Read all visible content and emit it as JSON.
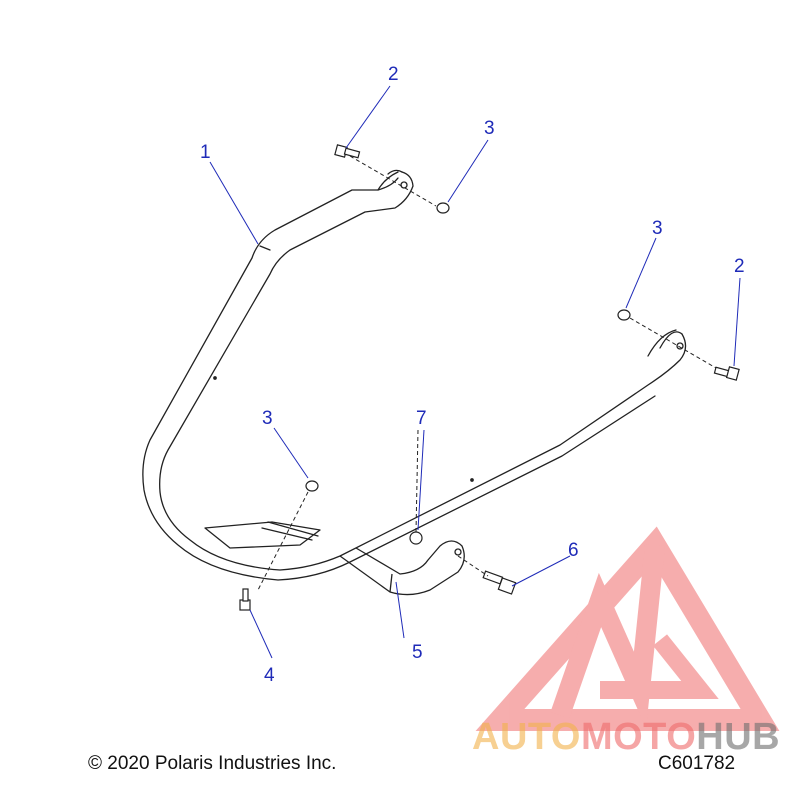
{
  "callouts": {
    "c1": "1",
    "c2a": "2",
    "c2b": "2",
    "c3a": "3",
    "c3b": "3",
    "c3c": "3",
    "c4": "4",
    "c5": "5",
    "c6": "6",
    "c7": "7"
  },
  "footer": {
    "copyright": "© 2020 Polaris Industries Inc.",
    "drawing_number": "C601782"
  },
  "watermark": {
    "word_part1": "AUTO",
    "word_part2": "MOTO",
    "word_part3": "HUB",
    "color1": "#f2b24a",
    "color2": "#ef6b6b",
    "color3": "#6e6e6e",
    "logo_color": "#ef6b6b"
  },
  "colors": {
    "callout": "#1f2bb8",
    "line": "#222222"
  }
}
